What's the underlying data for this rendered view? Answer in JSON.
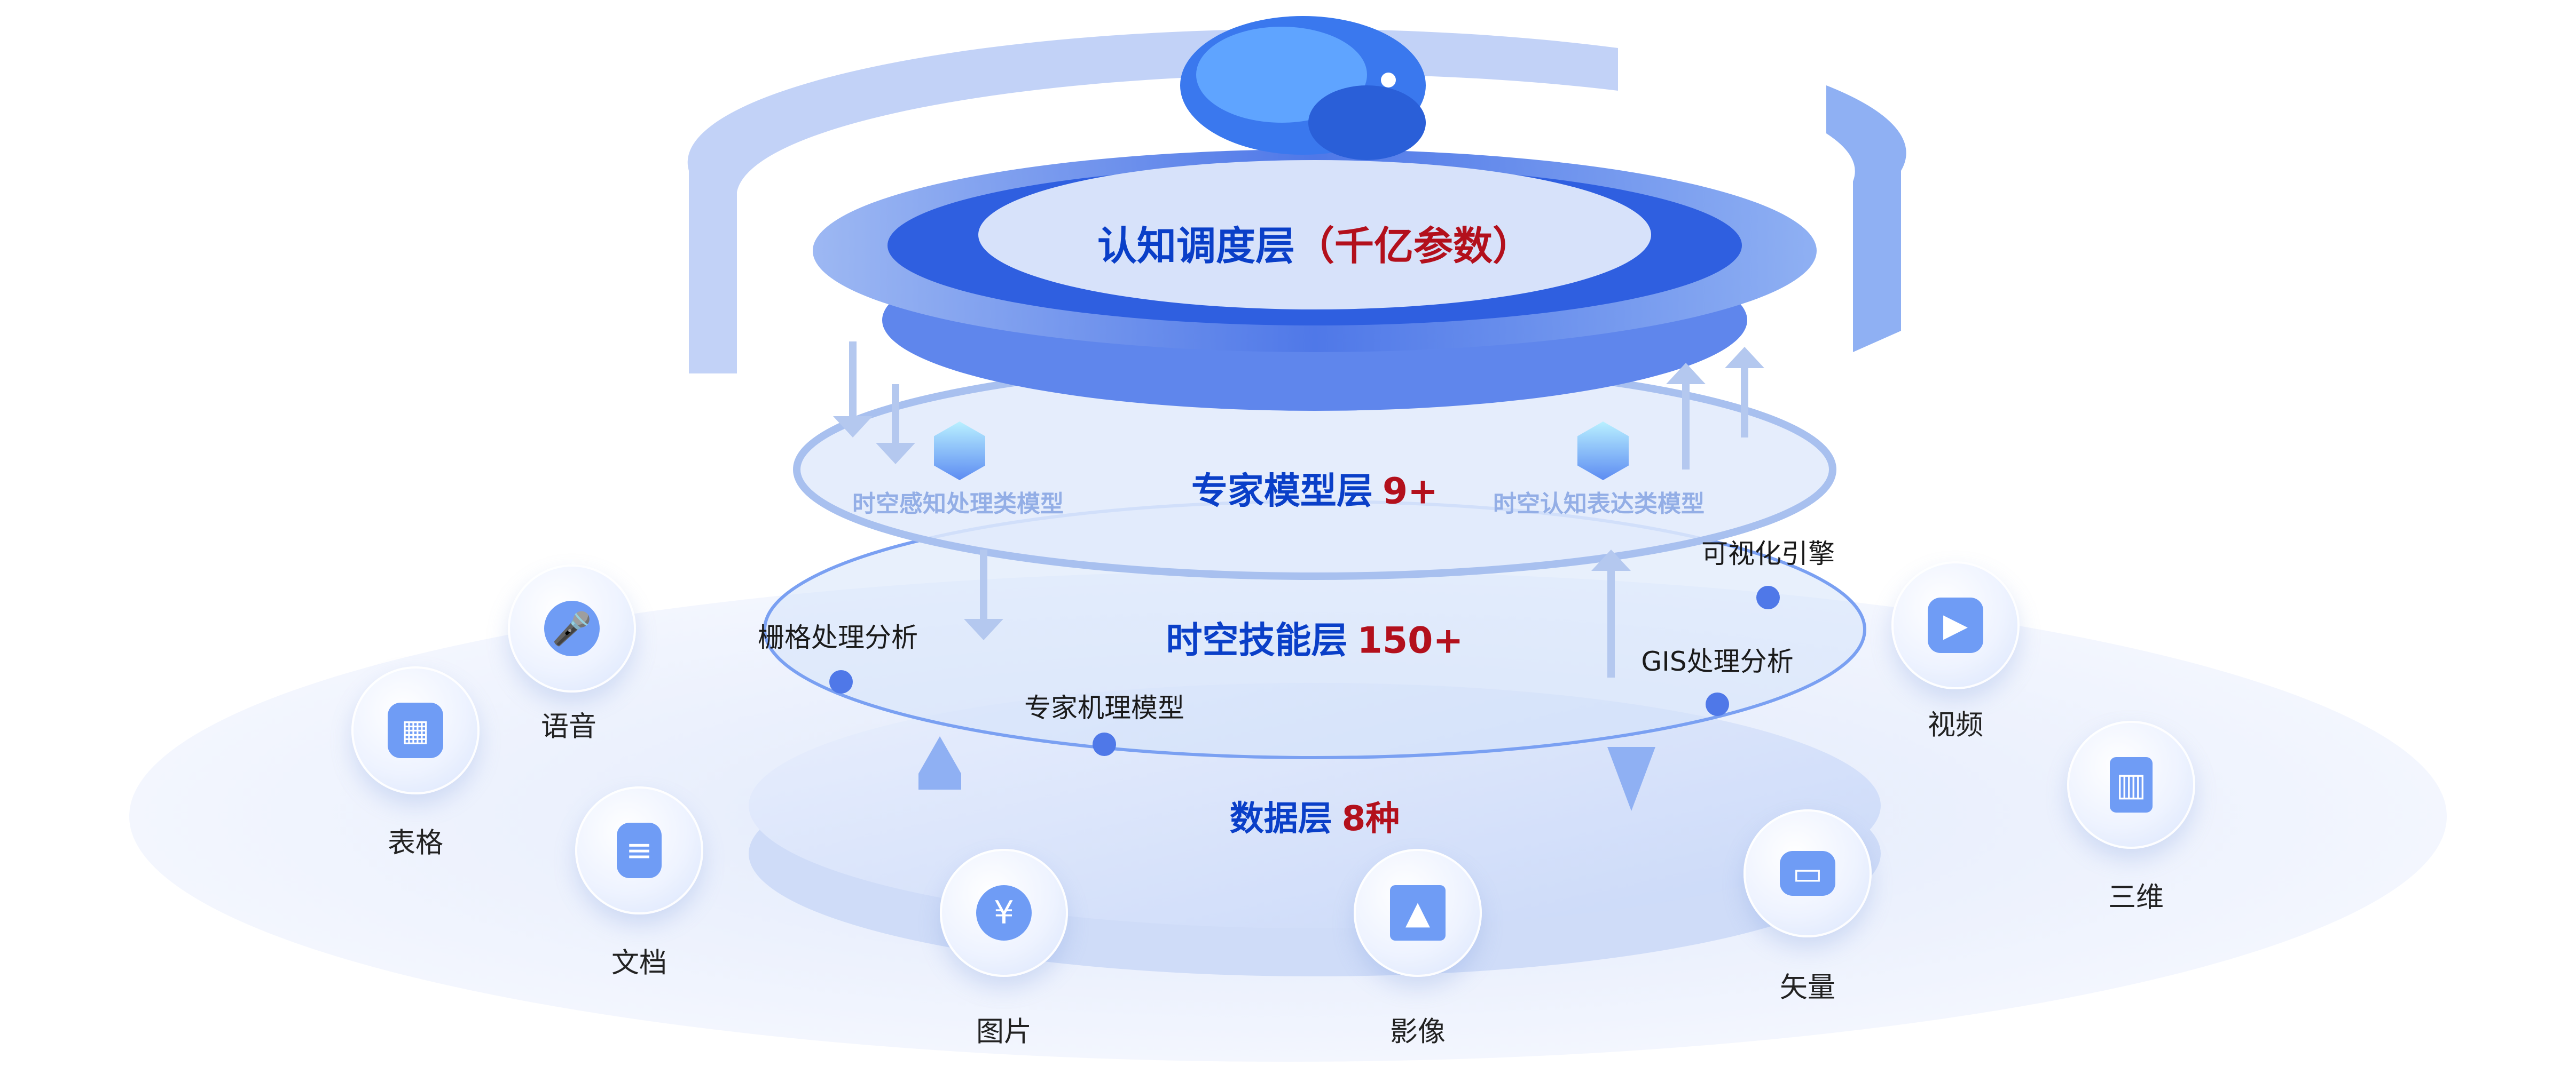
{
  "layers": {
    "cognitive": {
      "title": "认知调度层",
      "note": "（千亿参数）"
    },
    "expert": {
      "title": "专家模型层",
      "count": "9+",
      "left_model": "时空感知处理类模型",
      "right_model": "时空认知表达类模型"
    },
    "skill": {
      "title": "时空技能层",
      "count": "150+",
      "items": [
        "栅格处理分析",
        "专家机理模型",
        "GIS处理分析",
        "可视化引擎"
      ]
    },
    "data": {
      "title": "数据层",
      "count": "8种"
    }
  },
  "data_types": [
    {
      "label": "语音",
      "icon": "microphone-icon"
    },
    {
      "label": "表格",
      "icon": "table-icon"
    },
    {
      "label": "文档",
      "icon": "document-icon"
    },
    {
      "label": "图片",
      "icon": "yen-image-icon"
    },
    {
      "label": "影像",
      "icon": "image-icon"
    },
    {
      "label": "矢量",
      "icon": "wallet-icon"
    },
    {
      "label": "视频",
      "icon": "play-icon"
    },
    {
      "label": "三维",
      "icon": "sim-card-icon"
    }
  ],
  "colors": {
    "blue": "#0a3fc8",
    "red": "#b3101c",
    "accent": "#6f9cf5"
  }
}
